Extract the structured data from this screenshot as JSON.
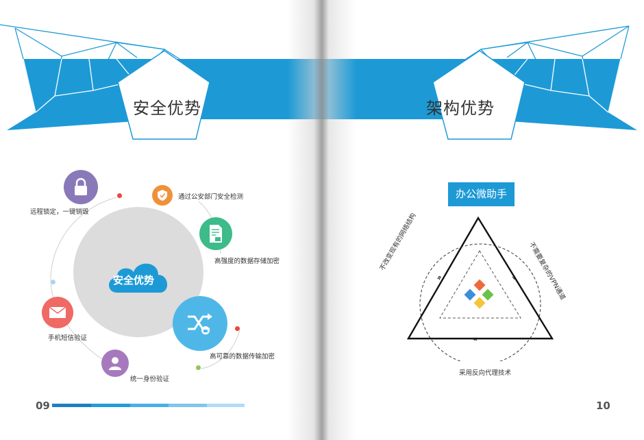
{
  "left_page": {
    "title": "安全优势",
    "center_label": "安全优势",
    "features": {
      "remote_lock": "远程锁定，一键销毁",
      "police_check": "通过公安部门安全检测",
      "storage_encrypt": "高强度的数据存储加密",
      "transfer_encrypt": "高可靠的数据传输加密",
      "unified_identity": "统一身份验证",
      "sms_verify": "手机短信验证"
    },
    "page_number": "09"
  },
  "right_page": {
    "title": "架构优势",
    "box_title": "办公微助手",
    "triangle_labels": {
      "left": "不改变现有的网络结构",
      "right": "不需要复杂的VPN通道",
      "bottom": "采用反向代理技术"
    },
    "page_number": "10"
  },
  "colors": {
    "brand_blue": "#1d9ad6",
    "purple": "#8a79b8",
    "orange": "#f0913a",
    "green": "#3dbb8a",
    "light_blue": "#4fb7e8",
    "coral": "#ef6a64",
    "violet": "#a679bd"
  }
}
